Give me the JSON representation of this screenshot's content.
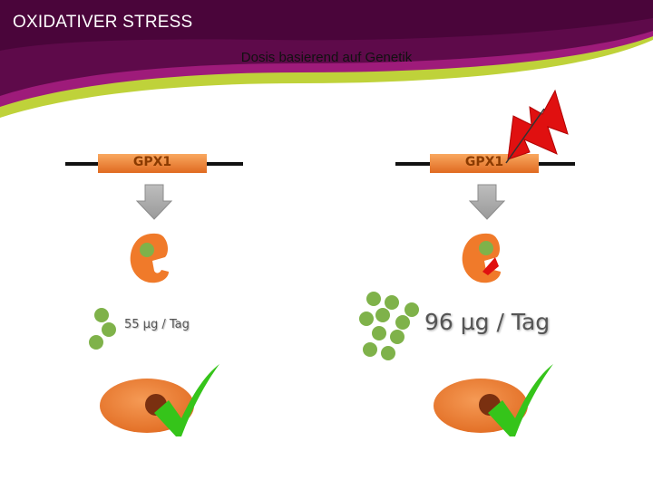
{
  "slide": {
    "title": "OXIDATIVER STRESS",
    "subtitle": "Dosis basierend auf Genetik"
  },
  "left": {
    "gene_label": "GPX1",
    "dose_label": "55 µg / Tag"
  },
  "right": {
    "gene_label": "GPX1",
    "dose_label": "96 µg / Tag"
  },
  "colors": {
    "header_purple": "#5e0a4a",
    "banner_green": "#c8dc3c",
    "gene_orange": "#f28a3a",
    "enzyme_orange": "#f07a2a",
    "selenium_green": "#7fb24a",
    "check_green": "#35c41a",
    "mutation_red": "#e01010",
    "nucleus_brown": "#7a3010"
  },
  "icons": [
    "down-arrow-icon",
    "enzyme-icon",
    "lightning-bolt-icon",
    "check-icon",
    "cell-icon",
    "selenium-dot-icon"
  ]
}
